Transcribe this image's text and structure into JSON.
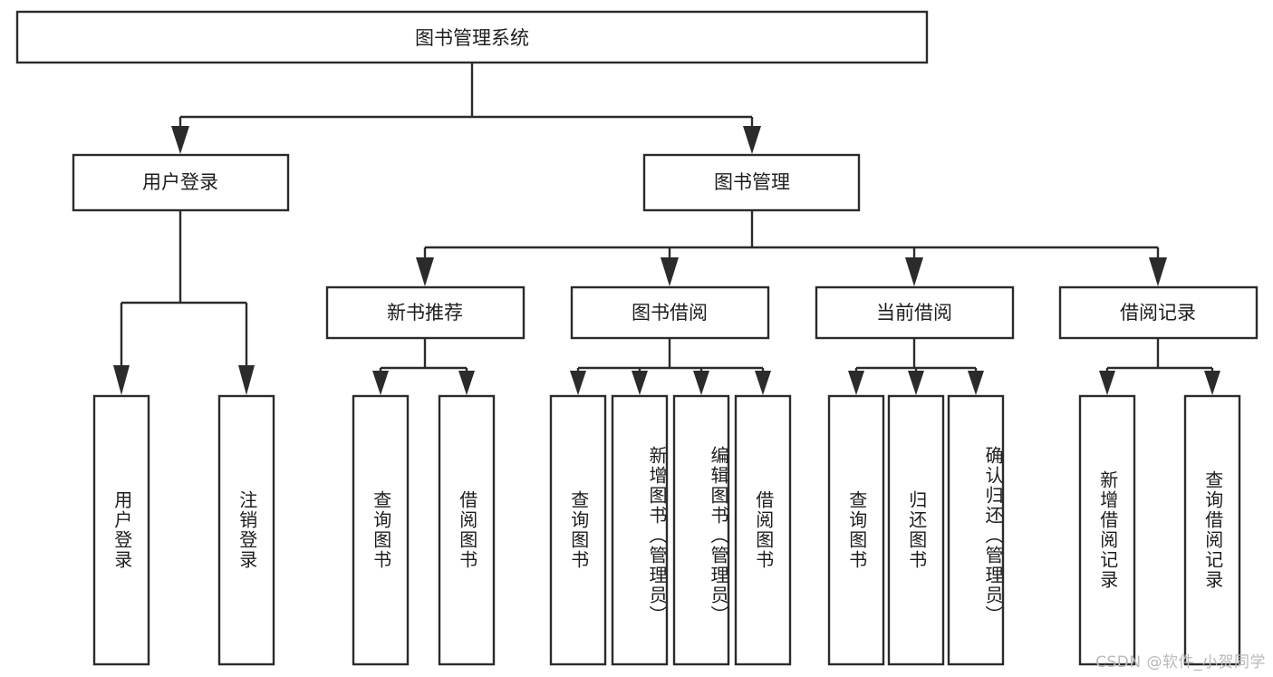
{
  "diagram": {
    "type": "tree-hierarchy",
    "title_node": {
      "label": "图书管理系统"
    },
    "level1": [
      {
        "id": "user-login",
        "label": "用户登录"
      },
      {
        "id": "book-management",
        "label": "图书管理"
      }
    ],
    "level2": [
      {
        "id": "new-book-recommend",
        "label": "新书推荐",
        "parent": "book-management"
      },
      {
        "id": "book-borrow",
        "label": "图书借阅",
        "parent": "book-management"
      },
      {
        "id": "current-borrow",
        "label": "当前借阅",
        "parent": "book-management"
      },
      {
        "id": "borrow-record",
        "label": "借阅记录",
        "parent": "book-management"
      }
    ],
    "leaves": [
      {
        "id": "leaf-user-login",
        "label": "用户登录",
        "parent": "user-login"
      },
      {
        "id": "leaf-user-logout",
        "label": "注销登录",
        "parent": "user-login"
      },
      {
        "id": "leaf-query-book-1",
        "label": "查询图书",
        "parent": "new-book-recommend"
      },
      {
        "id": "leaf-borrow-book-1",
        "label": "借阅图书",
        "parent": "new-book-recommend"
      },
      {
        "id": "leaf-query-book-2",
        "label": "查询图书",
        "parent": "book-borrow"
      },
      {
        "id": "leaf-add-book",
        "label": "新增图书（管理员）",
        "parent": "book-borrow"
      },
      {
        "id": "leaf-edit-book",
        "label": "编辑图书（管理员）",
        "parent": "book-borrow"
      },
      {
        "id": "leaf-borrow-book-2",
        "label": "借阅图书",
        "parent": "book-borrow"
      },
      {
        "id": "leaf-query-book-3",
        "label": "查询图书",
        "parent": "current-borrow"
      },
      {
        "id": "leaf-return-book",
        "label": "归还图书",
        "parent": "current-borrow"
      },
      {
        "id": "leaf-confirm-return",
        "label": "确认归还（管理员）",
        "parent": "current-borrow"
      },
      {
        "id": "leaf-add-record",
        "label": "新增借阅记录",
        "parent": "borrow-record"
      },
      {
        "id": "leaf-query-record",
        "label": "查询借阅记录",
        "parent": "borrow-record"
      }
    ],
    "colors": {
      "stroke": "#2b2b2b",
      "box_fill": "#ffffff",
      "text": "#1d1d1d",
      "background": "#ffffff",
      "watermark": "#b9b9b9"
    }
  },
  "watermark": {
    "text": "CSDN @软件_小贺同学"
  }
}
